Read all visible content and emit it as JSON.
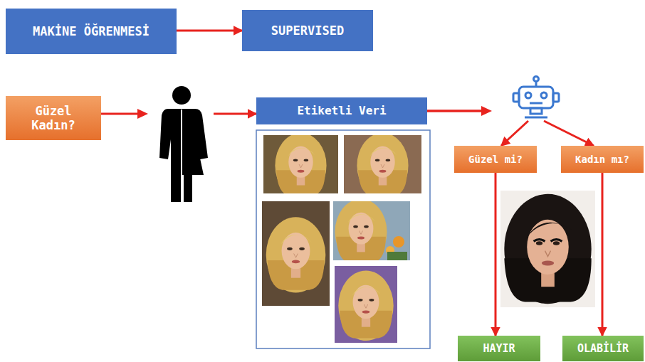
{
  "diagram": {
    "nodes": [
      {
        "text": [
          "MAKİNE ÖĞRENMESİ"
        ]
      },
      {
        "text": [
          "SUPERVISED"
        ]
      },
      {
        "text": [
          "Güzel Kadın?"
        ]
      },
      {
        "text": [
          "Etiketli Veri"
        ]
      },
      {
        "text": [
          "Güzel mi?"
        ]
      },
      {
        "text": [
          "Kadın mı?"
        ]
      },
      {
        "text": [
          "HAYIR"
        ]
      },
      {
        "text": [
          "OLABİLİR"
        ]
      }
    ],
    "edges": [
      {
        "from": 0,
        "to": 1,
        "arrow": "to"
      },
      {
        "from": 2,
        "to": 3,
        "arrow": "to"
      },
      {
        "from": 3,
        "to": 4,
        "arrow": "to"
      },
      {
        "from": 3,
        "to": 5,
        "arrow": "to"
      },
      {
        "from": 4,
        "to": 6,
        "arrow": "to"
      },
      {
        "from": 5,
        "to": 7,
        "arrow": "to"
      }
    ]
  }
}
